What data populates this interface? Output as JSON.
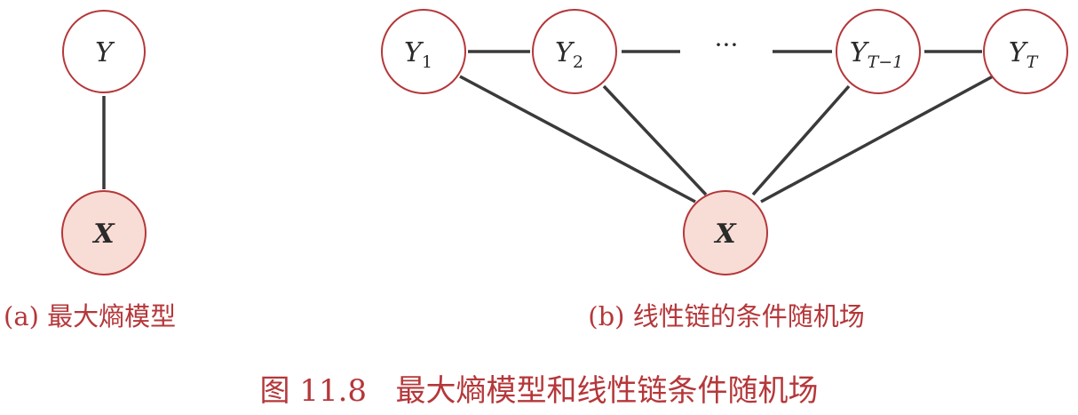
{
  "diagram_a": {
    "node_y": {
      "label": "Y"
    },
    "node_x": {
      "label": "X"
    },
    "caption": "(a) 最大熵模型"
  },
  "diagram_b": {
    "nodes": [
      {
        "label": "Y",
        "subscript": "1"
      },
      {
        "label": "Y",
        "subscript": "2"
      },
      {
        "label": "Y",
        "subscript": "T−1"
      },
      {
        "label": "Y",
        "subscript": "T"
      }
    ],
    "ellipsis": "···",
    "node_x": {
      "label": "X"
    },
    "caption": "(b) 线性链的条件随机场"
  },
  "figure_caption": "图 11.8   最大熵模型和线性链条件随机场",
  "colors": {
    "node_stroke": "#b5373a",
    "observed_fill": "#f8ddd6",
    "edge": "#3a3a3a",
    "caption": "#b5373a"
  }
}
